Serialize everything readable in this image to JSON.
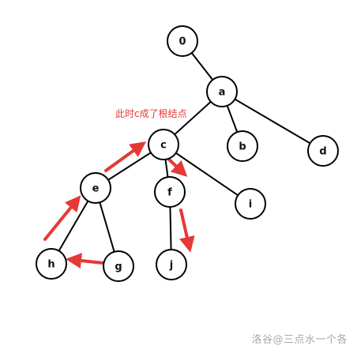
{
  "nodes": [
    {
      "id": "0",
      "label": "0"
    },
    {
      "id": "a",
      "label": "a"
    },
    {
      "id": "b",
      "label": "b"
    },
    {
      "id": "d",
      "label": "d"
    },
    {
      "id": "c",
      "label": "c"
    },
    {
      "id": "e",
      "label": "e"
    },
    {
      "id": "f",
      "label": "f"
    },
    {
      "id": "i",
      "label": "i"
    },
    {
      "id": "h",
      "label": "h"
    },
    {
      "id": "g",
      "label": "g"
    },
    {
      "id": "j",
      "label": "j"
    }
  ],
  "edges": [
    [
      "0",
      "a"
    ],
    [
      "a",
      "c"
    ],
    [
      "a",
      "b"
    ],
    [
      "a",
      "d"
    ],
    [
      "c",
      "e"
    ],
    [
      "c",
      "f"
    ],
    [
      "c",
      "i"
    ],
    [
      "e",
      "h"
    ],
    [
      "e",
      "g"
    ],
    [
      "f",
      "j"
    ]
  ],
  "annotation": "此时c成了根结点",
  "watermark": "洛谷@三点水一个各",
  "colors": {
    "arrow": "#e53935",
    "edge": "#000000",
    "node_fill": "#ffffff",
    "node_stroke": "#000000",
    "annotation": "#e53935",
    "watermark": "#a8a8a8"
  }
}
